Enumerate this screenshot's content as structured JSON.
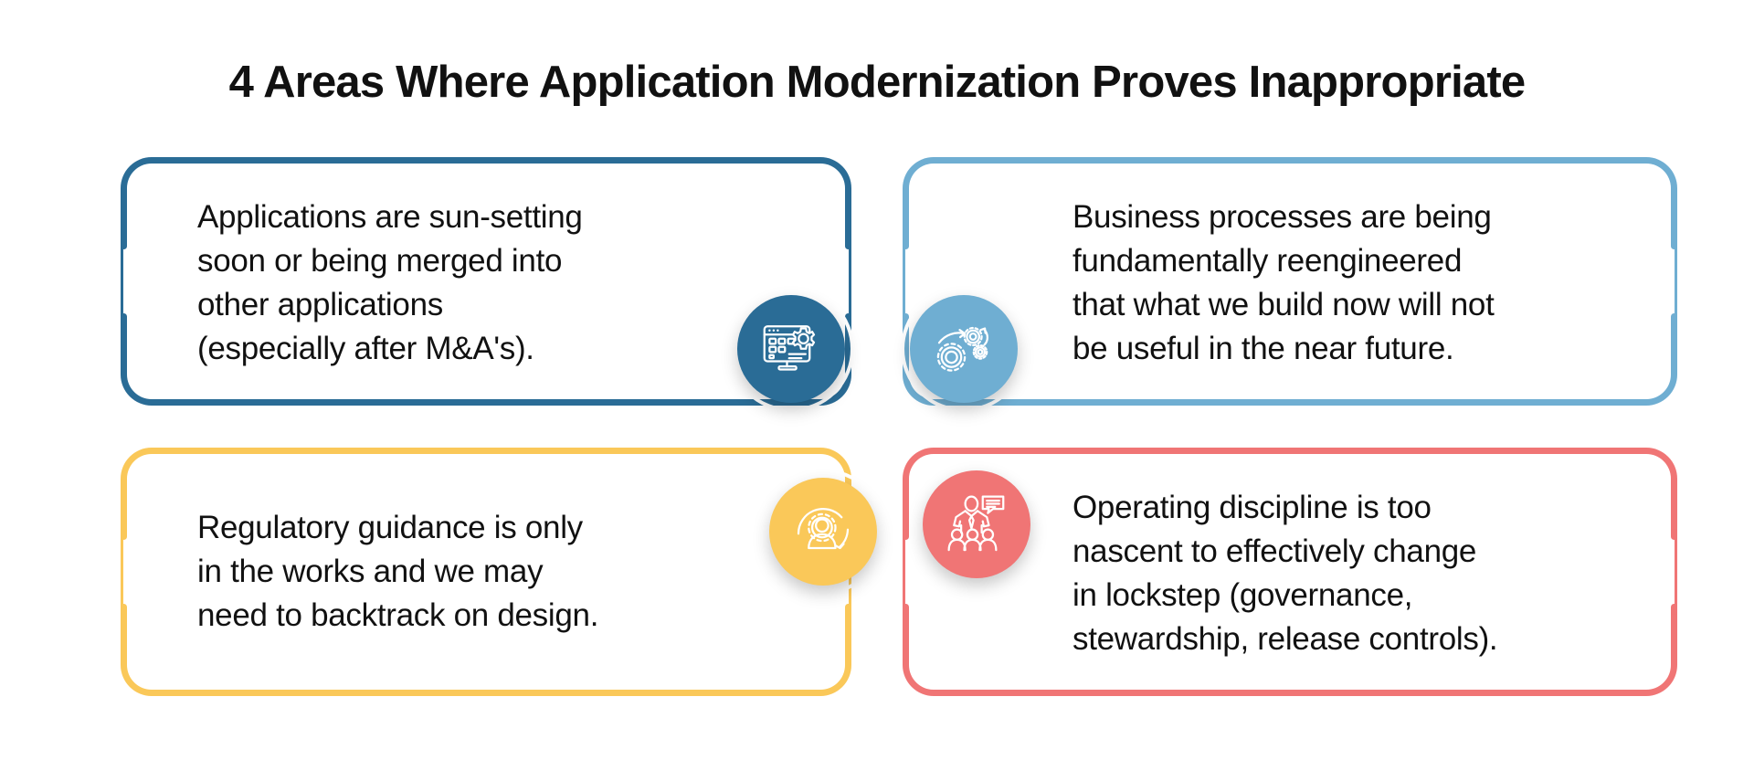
{
  "page": {
    "title": "4 Areas Where Application Modernization Proves Inappropriate",
    "background_color": "#FFFFFF",
    "title_color": "#111111",
    "text_color": "#111111"
  },
  "palette": {
    "dark_blue": "#2A6C96",
    "light_blue": "#6FAED2",
    "yellow": "#FAC859",
    "coral": "#F07575"
  },
  "cards": [
    {
      "id": "card-1",
      "position": "top-left",
      "accent_color": "#2A6C96",
      "text": "Applications are sun-setting\nsoon or being merged into\nother applications\n(especially after M&A's).",
      "icon_name": "monitor-gear-icon"
    },
    {
      "id": "card-2",
      "position": "top-right",
      "accent_color": "#6FAED2",
      "text": "Business processes are being\nfundamentally reengineered\nthat what we build now will not\nbe useful in the near future.",
      "icon_name": "gears-process-icon"
    },
    {
      "id": "card-3",
      "position": "bottom-left",
      "accent_color": "#FAC859",
      "text": "Regulatory guidance is only\nin the works and we may\nneed to backtrack on design.",
      "icon_name": "person-gear-cycle-icon"
    },
    {
      "id": "card-4",
      "position": "bottom-right",
      "accent_color": "#F07575",
      "text": "Operating discipline is too\nnascent to effectively change\nin lockstep (governance,\nstewardship, release controls).",
      "icon_name": "team-leader-speech-icon"
    }
  ]
}
